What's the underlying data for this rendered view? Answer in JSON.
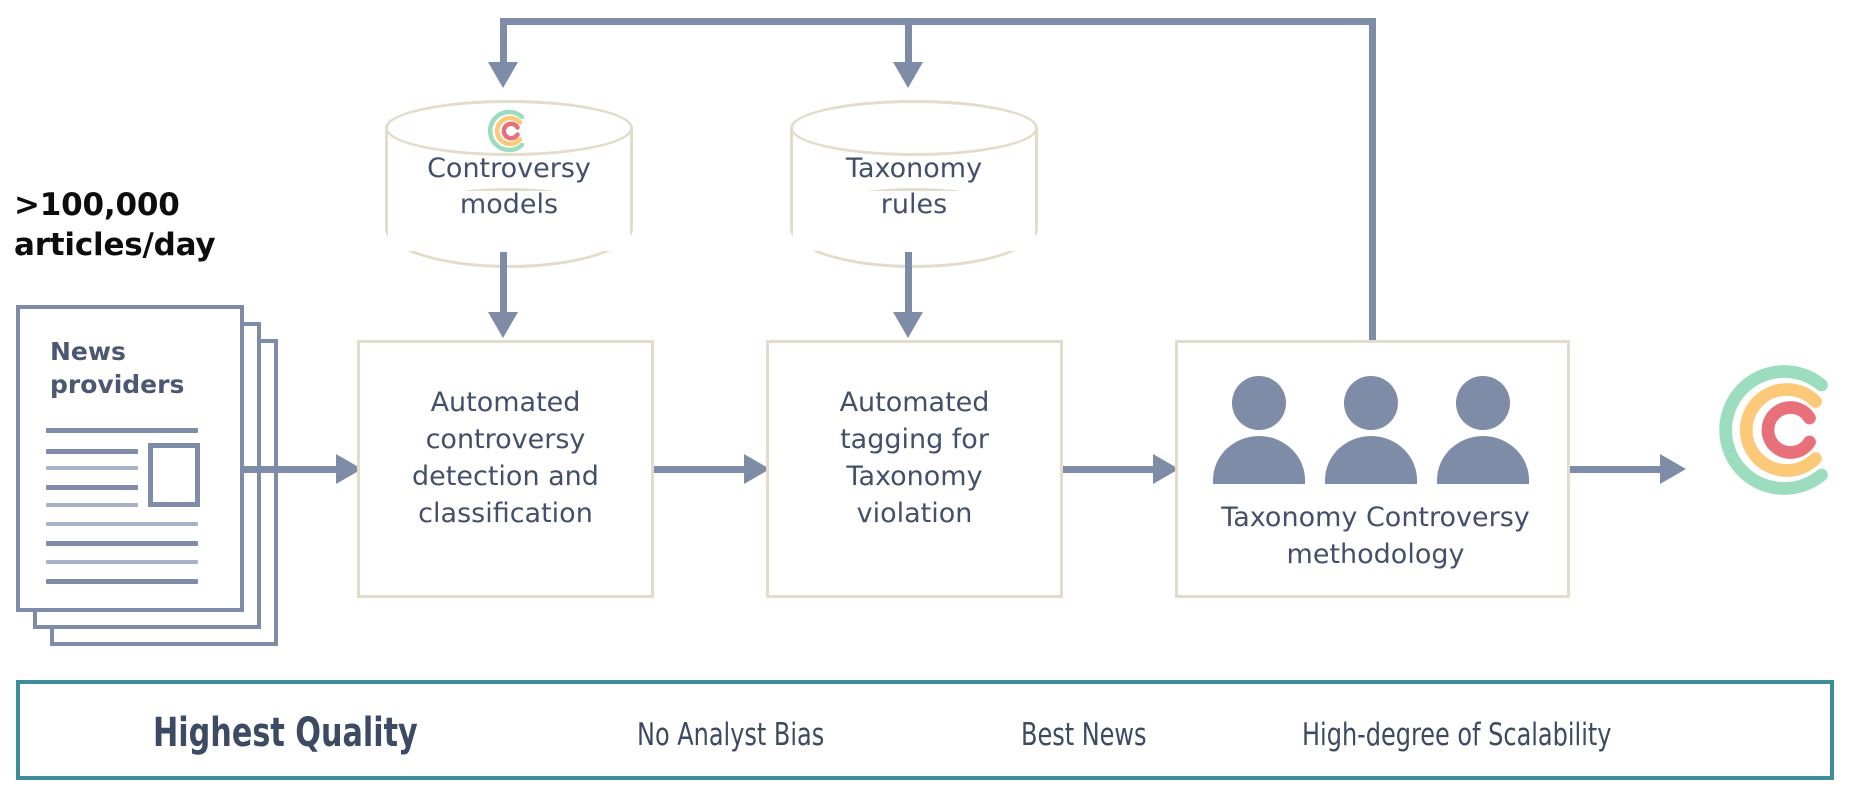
{
  "diagram": {
    "volume_label": ">100,000\narticles/day",
    "volume_label_line1": ">100,000",
    "volume_label_line2": "articles/day",
    "source": {
      "title_line1": "News",
      "title_line2": "providers",
      "name": "News providers"
    },
    "datastores": [
      {
        "id": "controversy-models",
        "line1": "Controversy",
        "line2": "models",
        "has_logo": true
      },
      {
        "id": "taxonomy-rules",
        "line1": "Taxonomy",
        "line2": "rules",
        "has_logo": false
      }
    ],
    "steps": [
      {
        "id": "automated-controversy-detection",
        "lines": [
          "Automated",
          "controversy",
          "detection and",
          "classification"
        ]
      },
      {
        "id": "automated-tagging",
        "lines": [
          "Automated",
          "tagging for",
          "Taxonomy",
          "violation"
        ]
      },
      {
        "id": "taxonomy-controversy-methodology",
        "lines": [
          "Taxonomy Controversy",
          "methodology"
        ],
        "line1": "Taxonomy Controversy",
        "line2": "methodology",
        "people_count": 3
      }
    ],
    "output": {
      "id": "brand-logo",
      "name": "controversy-c-logo"
    }
  },
  "quality_bar": {
    "headline": "Highest Quality",
    "items": [
      "No Analyst Bias",
      "Best News",
      "High-degree of Scalability"
    ]
  },
  "colors": {
    "arrow": "#7E8CA8",
    "box_border": "#E3DCCB",
    "text": "#44506B",
    "bar_border": "#3F8C99",
    "logo_outer": "#9BDDBE",
    "logo_middle": "#FCC978",
    "logo_inner": "#E8707B"
  }
}
